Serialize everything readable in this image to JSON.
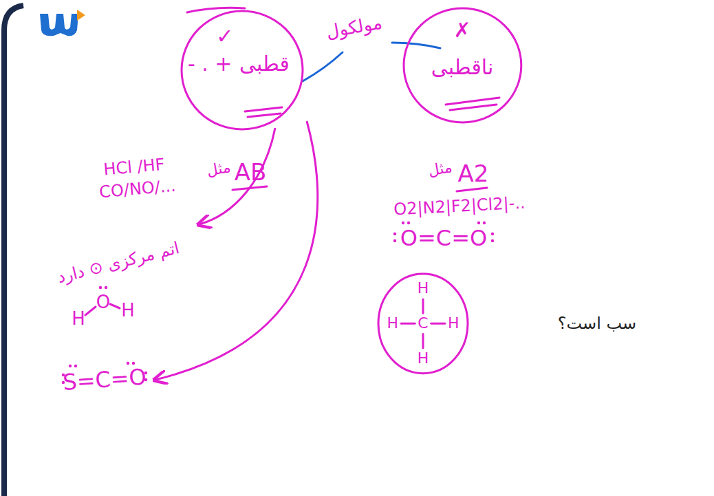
{
  "diagram": {
    "nodes": [
      {
        "text": [
          "✓",
          "- . +",
          "قطبی"
        ]
      },
      {
        "text": [
          "✗",
          "ناقطبی"
        ]
      },
      {
        "text": [
          "H",
          "H",
          "C",
          "H",
          "H"
        ]
      }
    ],
    "labels": [
      "مولکول",
      "مثل",
      "AB",
      "HCl /HF",
      "CO/NO/...",
      "مثل",
      "A2",
      "O2|N2|F2|Cl2|-..",
      "اتم مرکزی ⊙ دارد",
      "H",
      "O",
      "H",
      "S=C=O",
      "O=C=O",
      "سب است؟"
    ]
  }
}
